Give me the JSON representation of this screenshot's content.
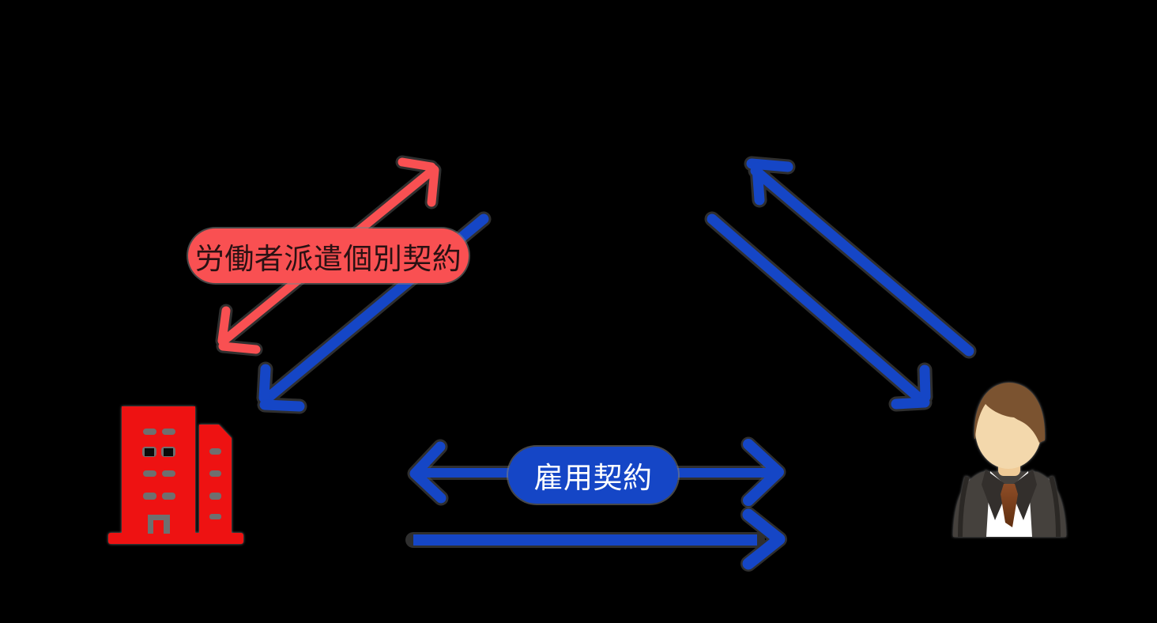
{
  "diagram": {
    "title": "labor-dispatch-relationship-diagram",
    "background": "#000000",
    "labels": {
      "dispatch_contract": "労働者派遣個別契約",
      "employment_contract": "雇用契約"
    },
    "colors": {
      "background": "#000000",
      "red_accent": "#F95052",
      "building_red": "#EE1212",
      "blue_accent": "#1546C6",
      "label_text_dark": "#2A1113",
      "label_text_light": "#FFFFFF",
      "hair_brown": "#7B5330",
      "skin_tan": "#F3D8AC",
      "suit_gray": "#45413D",
      "tie_brown": "#8C4B26"
    },
    "nodes": [
      {
        "id": "company",
        "icon": "building-icon",
        "position": "bottom-left"
      },
      {
        "id": "worker",
        "icon": "business-person-icon",
        "position": "bottom-right"
      }
    ],
    "arrows": [
      {
        "id": "red-diagonal-double",
        "color": "#F95052",
        "between": "top-center and company",
        "heads": "both",
        "label": "労働者派遣個別契約"
      },
      {
        "id": "blue-diagonal-to-company",
        "color": "#1546C6",
        "from": "top-center",
        "to": "company",
        "heads": "end"
      },
      {
        "id": "blue-diagonal-up-right",
        "color": "#1546C6",
        "from": "worker",
        "to": "top-center",
        "heads": "end"
      },
      {
        "id": "blue-diagonal-down-right",
        "color": "#1546C6",
        "from": "top-center",
        "to": "worker",
        "heads": "end"
      },
      {
        "id": "blue-horizontal-double",
        "color": "#1546C6",
        "between": "company and worker",
        "heads": "both",
        "label": "雇用契約"
      },
      {
        "id": "blue-horizontal-single",
        "color": "#1546C6",
        "from": "company",
        "to": "worker",
        "heads": "end"
      }
    ]
  }
}
